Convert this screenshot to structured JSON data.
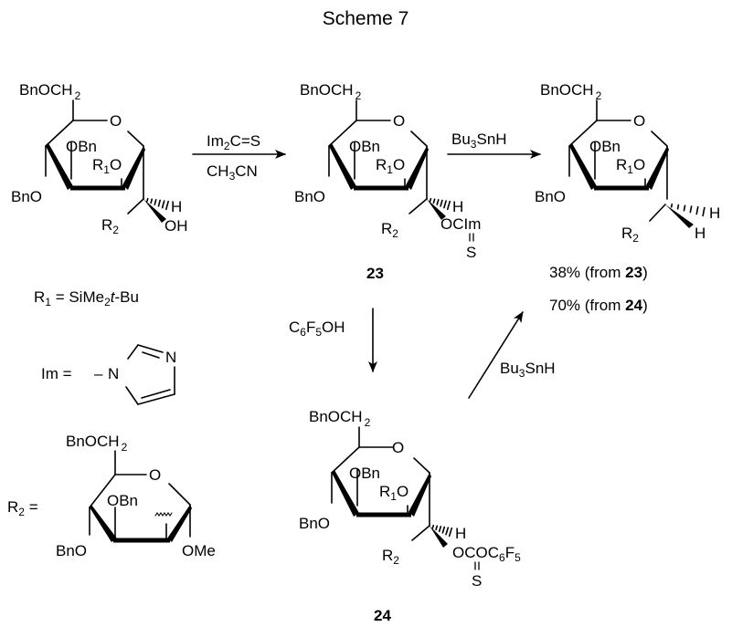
{
  "title": "Scheme 7",
  "compounds": {
    "start": {
      "top": "BnOCH",
      "top_sub": "2",
      "ring_o": "O",
      "axial_obn": "OBn",
      "r1o": {
        "r": "R",
        "sub": "1",
        "o": "O"
      },
      "left_obn": "BnO",
      "h": "H",
      "r2": {
        "r": "R",
        "sub": "2"
      },
      "sub": "OH",
      "label": ""
    },
    "c23": {
      "top": "BnOCH",
      "top_sub": "2",
      "ring_o": "O",
      "axial_obn": "OBn",
      "r1o": {
        "r": "R",
        "sub": "1",
        "o": "O"
      },
      "left_obn": "BnO",
      "h": "H",
      "r2": {
        "r": "R",
        "sub": "2"
      },
      "sub": "OCIm",
      "thio_s": "S",
      "label": "23"
    },
    "product": {
      "top": "BnOCH",
      "top_sub": "2",
      "ring_o": "O",
      "axial_obn": "OBn",
      "r1o": {
        "r": "R",
        "sub": "1",
        "o": "O"
      },
      "left_obn": "BnO",
      "h1": "H",
      "h2": "H",
      "r2": {
        "r": "R",
        "sub": "2"
      },
      "yields": [
        {
          "pct": "38% (from ",
          "cmpd": "23",
          "close": ")"
        },
        {
          "pct": "70% (from ",
          "cmpd": "24",
          "close": ")"
        }
      ]
    },
    "c24": {
      "top": "BnOCH",
      "top_sub": "2",
      "ring_o": "O",
      "axial_obn": "OBn",
      "r1o": {
        "r": "R",
        "sub": "1",
        "o": "O"
      },
      "left_obn": "BnO",
      "h": "H",
      "r2": {
        "r": "R",
        "sub": "2"
      },
      "sub_parts": {
        "a": "OCOC",
        "b": "6",
        "c": "F",
        "d": "5"
      },
      "thio_s": "S",
      "label": "24"
    }
  },
  "reagents": {
    "arrow1_top": {
      "a": "Im",
      "b": "2",
      "c": "C=S"
    },
    "arrow1_bottom": {
      "a": "CH",
      "b": "3",
      "c": "CN"
    },
    "arrow2_top": {
      "a": "Bu",
      "b": "3",
      "c": "SnH"
    },
    "arrow3_side": {
      "a": "C",
      "b": "6",
      "c": "F",
      "d": "5",
      "e": "OH"
    },
    "arrow4_side": {
      "a": "Bu",
      "b": "3",
      "c": "SnH"
    }
  },
  "definitions": {
    "r1": {
      "r": "R",
      "sub": "1",
      "eq": " = SiMe",
      "sub2": "2",
      "t": "t",
      "rest": "-Bu"
    },
    "im": {
      "label": "Im = ",
      "dash": "–",
      "n1": "N",
      "n3": "N"
    },
    "r2": {
      "label_r": "R",
      "label_sub": "2",
      "eq": " =",
      "top": "BnOCH",
      "top_sub": "2",
      "ring_o": "O",
      "axial_obn": "OBn",
      "left_obn": "BnO",
      "ome": "OMe"
    }
  }
}
